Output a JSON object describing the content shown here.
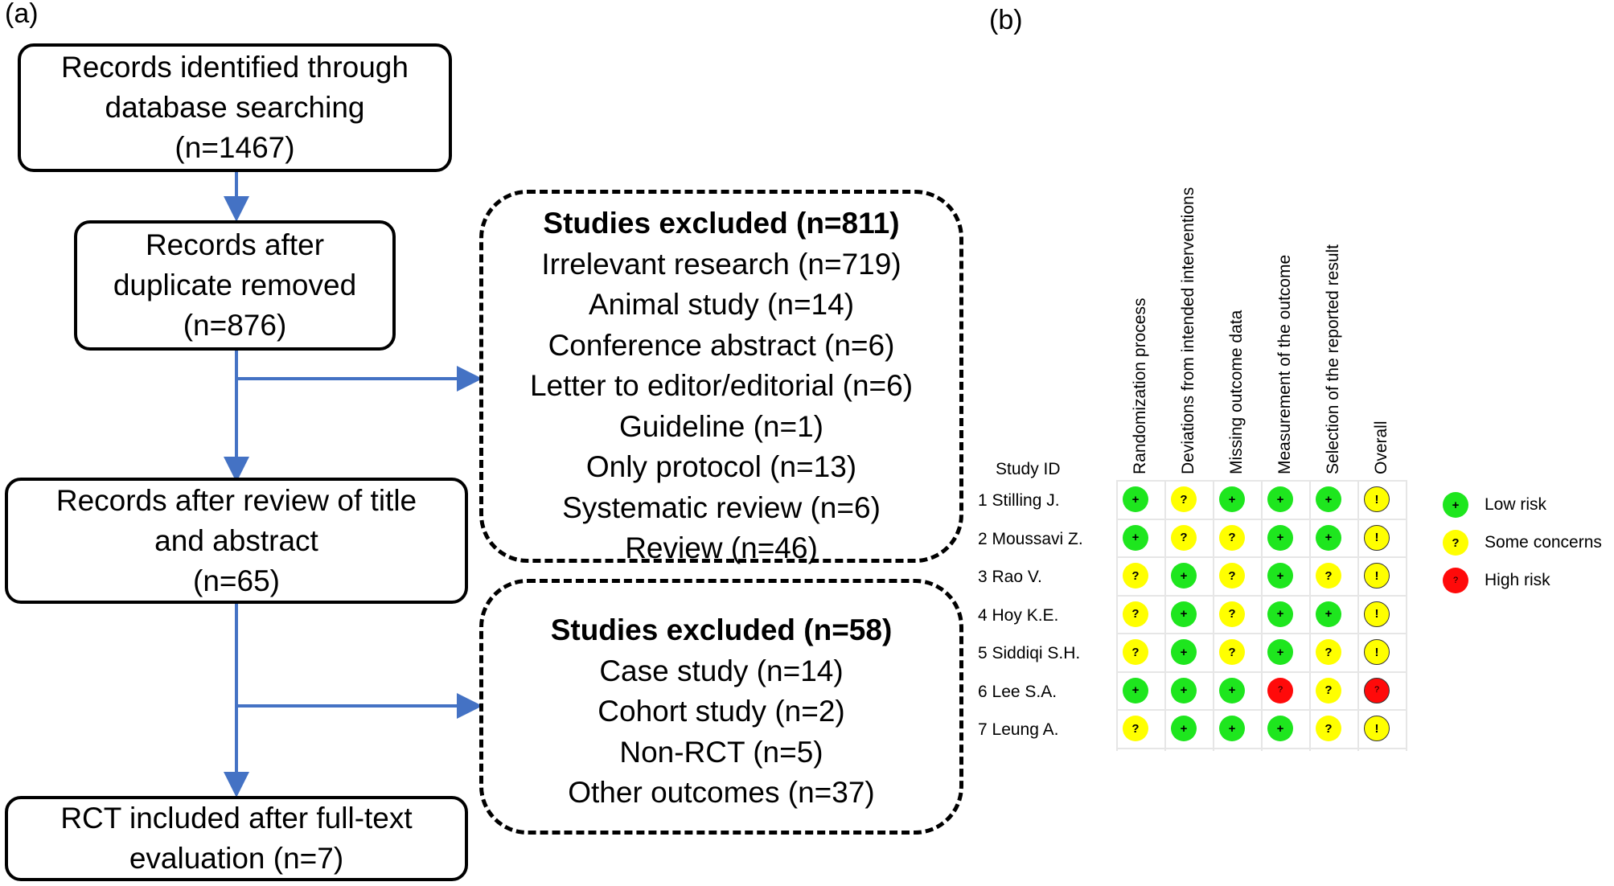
{
  "panel_a_label": "(a)",
  "panel_b_label": "(b)",
  "flow": {
    "box1": [
      "Records identified through",
      "database searching",
      "(n=1467)"
    ],
    "box2": [
      "Records after",
      "duplicate removed",
      "(n=876)"
    ],
    "box3": [
      "Records after review of title",
      "and abstract",
      "(n=65)"
    ],
    "box4": [
      "RCT included after full-text",
      "evaluation (n=7)"
    ],
    "excluded1": {
      "heading": "Studies excluded (n=811)",
      "items": [
        "Irrelevant research (n=719)",
        "Animal study (n=14)",
        "Conference abstract (n=6)",
        "Letter to editor/editorial (n=6)",
        "Guideline (n=1)",
        "Only protocol (n=13)",
        "Systematic review (n=6)",
        "Review (n=46)"
      ]
    },
    "excluded2": {
      "heading": "Studies excluded (n=58)",
      "items": [
        "Case study (n=14)",
        "Cohort study (n=2)",
        "Non-RCT (n=5)",
        "Other outcomes (n=37)"
      ]
    },
    "arrow_color": "#4472C4"
  },
  "rob": {
    "study_id_header": "Study ID",
    "domains": [
      "Randomization process",
      "Deviations from intended interventions",
      "Missing outcome data",
      "Measurement of the outcome",
      "Selection of the reported result",
      "Overall"
    ],
    "studies": [
      {
        "label": "1 Stilling J.",
        "ratings": [
          "low",
          "some",
          "low",
          "low",
          "low",
          "some"
        ]
      },
      {
        "label": "2 Moussavi Z.",
        "ratings": [
          "low",
          "some",
          "some",
          "low",
          "low",
          "some"
        ]
      },
      {
        "label": "3 Rao V.",
        "ratings": [
          "some",
          "low",
          "some",
          "low",
          "some",
          "some"
        ]
      },
      {
        "label": "4 Hoy K.E.",
        "ratings": [
          "some",
          "low",
          "some",
          "low",
          "low",
          "some"
        ]
      },
      {
        "label": "5 Siddiqi S.H.",
        "ratings": [
          "some",
          "low",
          "some",
          "low",
          "some",
          "some"
        ]
      },
      {
        "label": "6 Lee S.A.",
        "ratings": [
          "low",
          "low",
          "low",
          "high",
          "some",
          "high"
        ]
      },
      {
        "label": "7 Leung A.",
        "ratings": [
          "some",
          "low",
          "low",
          "low",
          "some",
          "some"
        ]
      }
    ],
    "symbols": {
      "low": "+",
      "some": "?",
      "high": "?",
      "overall_some": "!"
    },
    "legend": [
      {
        "key": "low",
        "label": "Low risk"
      },
      {
        "key": "some",
        "label": "Some concerns"
      },
      {
        "key": "high",
        "label": "High risk"
      }
    ],
    "colors": {
      "low": "#1ee61e",
      "some": "#ffff00",
      "high": "#ff0a0a"
    }
  }
}
